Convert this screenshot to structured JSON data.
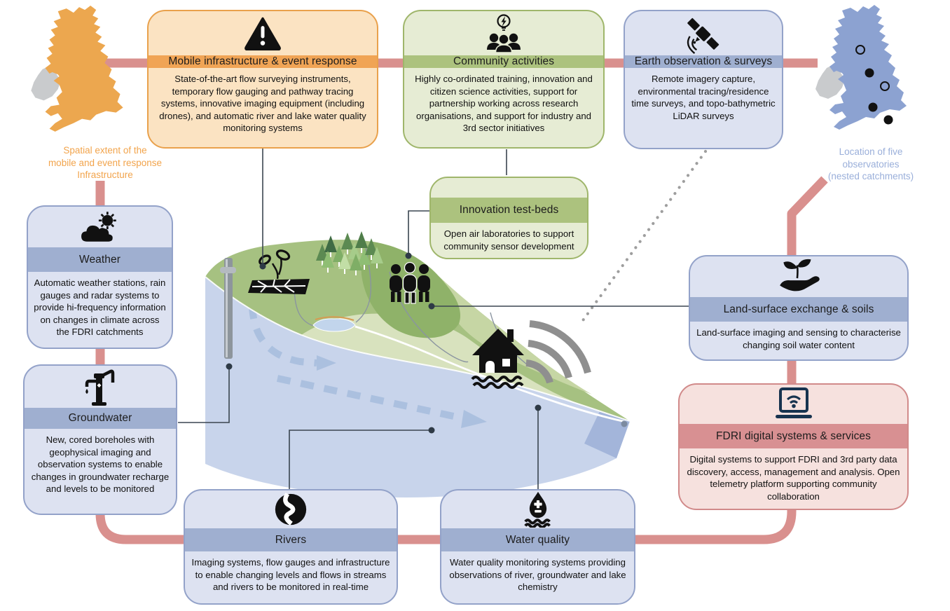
{
  "boxes": {
    "mobile": {
      "title": "Mobile infrastructure & event response",
      "body": "State-of-the-art flow surveying instruments, temporary flow gauging and pathway tracing systems, innovative imaging equipment (including drones), and automatic river and lake water quality monitoring systems",
      "icon": "warning-triangle-icon",
      "accent": "#F0A455"
    },
    "community": {
      "title": "Community activities",
      "body": "Highly co-ordinated training, innovation and citizen science activities, support for partnership working across research organisations, and support for industry and 3rd sector initiatives",
      "icon": "community-people-icon",
      "accent": "#ACC27E"
    },
    "earth_observation": {
      "title": "Earth observation & surveys",
      "body": "Remote imagery capture, environmental tracing/residence time surveys, and topo-bathymetric LiDAR surveys",
      "icon": "satellite-icon",
      "accent": "#9FAFD0"
    },
    "innovation": {
      "title": "Innovation test-beds",
      "body": "Open air laboratories to support community sensor development",
      "icon": "none",
      "accent": "#ACC27E"
    },
    "weather": {
      "title": "Weather",
      "body": "Automatic weather stations, rain gauges and radar systems to provide hi-frequency information on changes in climate across the FDRI catchments",
      "icon": "sun-cloud-icon",
      "accent": "#9FAFD0"
    },
    "groundwater": {
      "title": "Groundwater",
      "body": "New, cored boreholes with geophysical imaging and observation systems to enable changes in groundwater recharge and levels to be monitored",
      "icon": "hand-pump-icon",
      "accent": "#9FAFD0"
    },
    "land_surface": {
      "title": "Land-surface exchange & soils",
      "body": "Land-surface imaging and sensing to characterise changing soil water content",
      "icon": "hand-seedling-icon",
      "accent": "#9FAFD0"
    },
    "fdri_digital": {
      "title": "FDRI digital systems & services",
      "body": "Digital systems to support FDRI and 3rd party data discovery, access, management and analysis.  Open telemetry platform supporting community collaboration",
      "icon": "laptop-wifi-icon",
      "accent": "#D89092"
    },
    "rivers": {
      "title": "Rivers",
      "body": "Imaging systems, flow gauges and infrastructure to enable changing levels and flows in streams and rivers to be monitored in real-time",
      "icon": "river-circle-icon",
      "accent": "#9FAFD0"
    },
    "water_quality": {
      "title": "Water quality",
      "body": "Water quality monitoring systems providing observations of river, groundwater and lake chemistry",
      "icon": "water-drop-icon",
      "accent": "#9FAFD0"
    }
  },
  "maps": {
    "left": {
      "caption_lines": [
        "Spatial extent of the",
        "mobile and event response",
        "Infrastructure"
      ],
      "land_fill": "#ECA74F",
      "ireland_fill": "#C9CBCD",
      "caption_color": "#F2A44C"
    },
    "right": {
      "caption_lines": [
        "Location of five",
        "observatories",
        "(nested catchments)"
      ],
      "land_fill": "#8CA2D1",
      "ireland_fill": "#C9CBCD",
      "caption_color": "#9AAFDA",
      "observatory_markers": {
        "filled": 3,
        "open": 2
      }
    }
  },
  "colors": {
    "pink_connector": "#D9908E",
    "thin_line": "#3A4550",
    "junction_dot": "#2E3A46",
    "dotted_link": "#9E9E9E",
    "radar_waves": "#8F8F8F",
    "underground": "#C8D4EB",
    "underground_side": "#A3B5DA",
    "flow_arrow": "#ABC0DF",
    "hill_green": "#A6C181",
    "hill_pale": "#D8E2BE",
    "hill_dark": "#8FB269",
    "fdri_icon_navy": "#17334F"
  }
}
